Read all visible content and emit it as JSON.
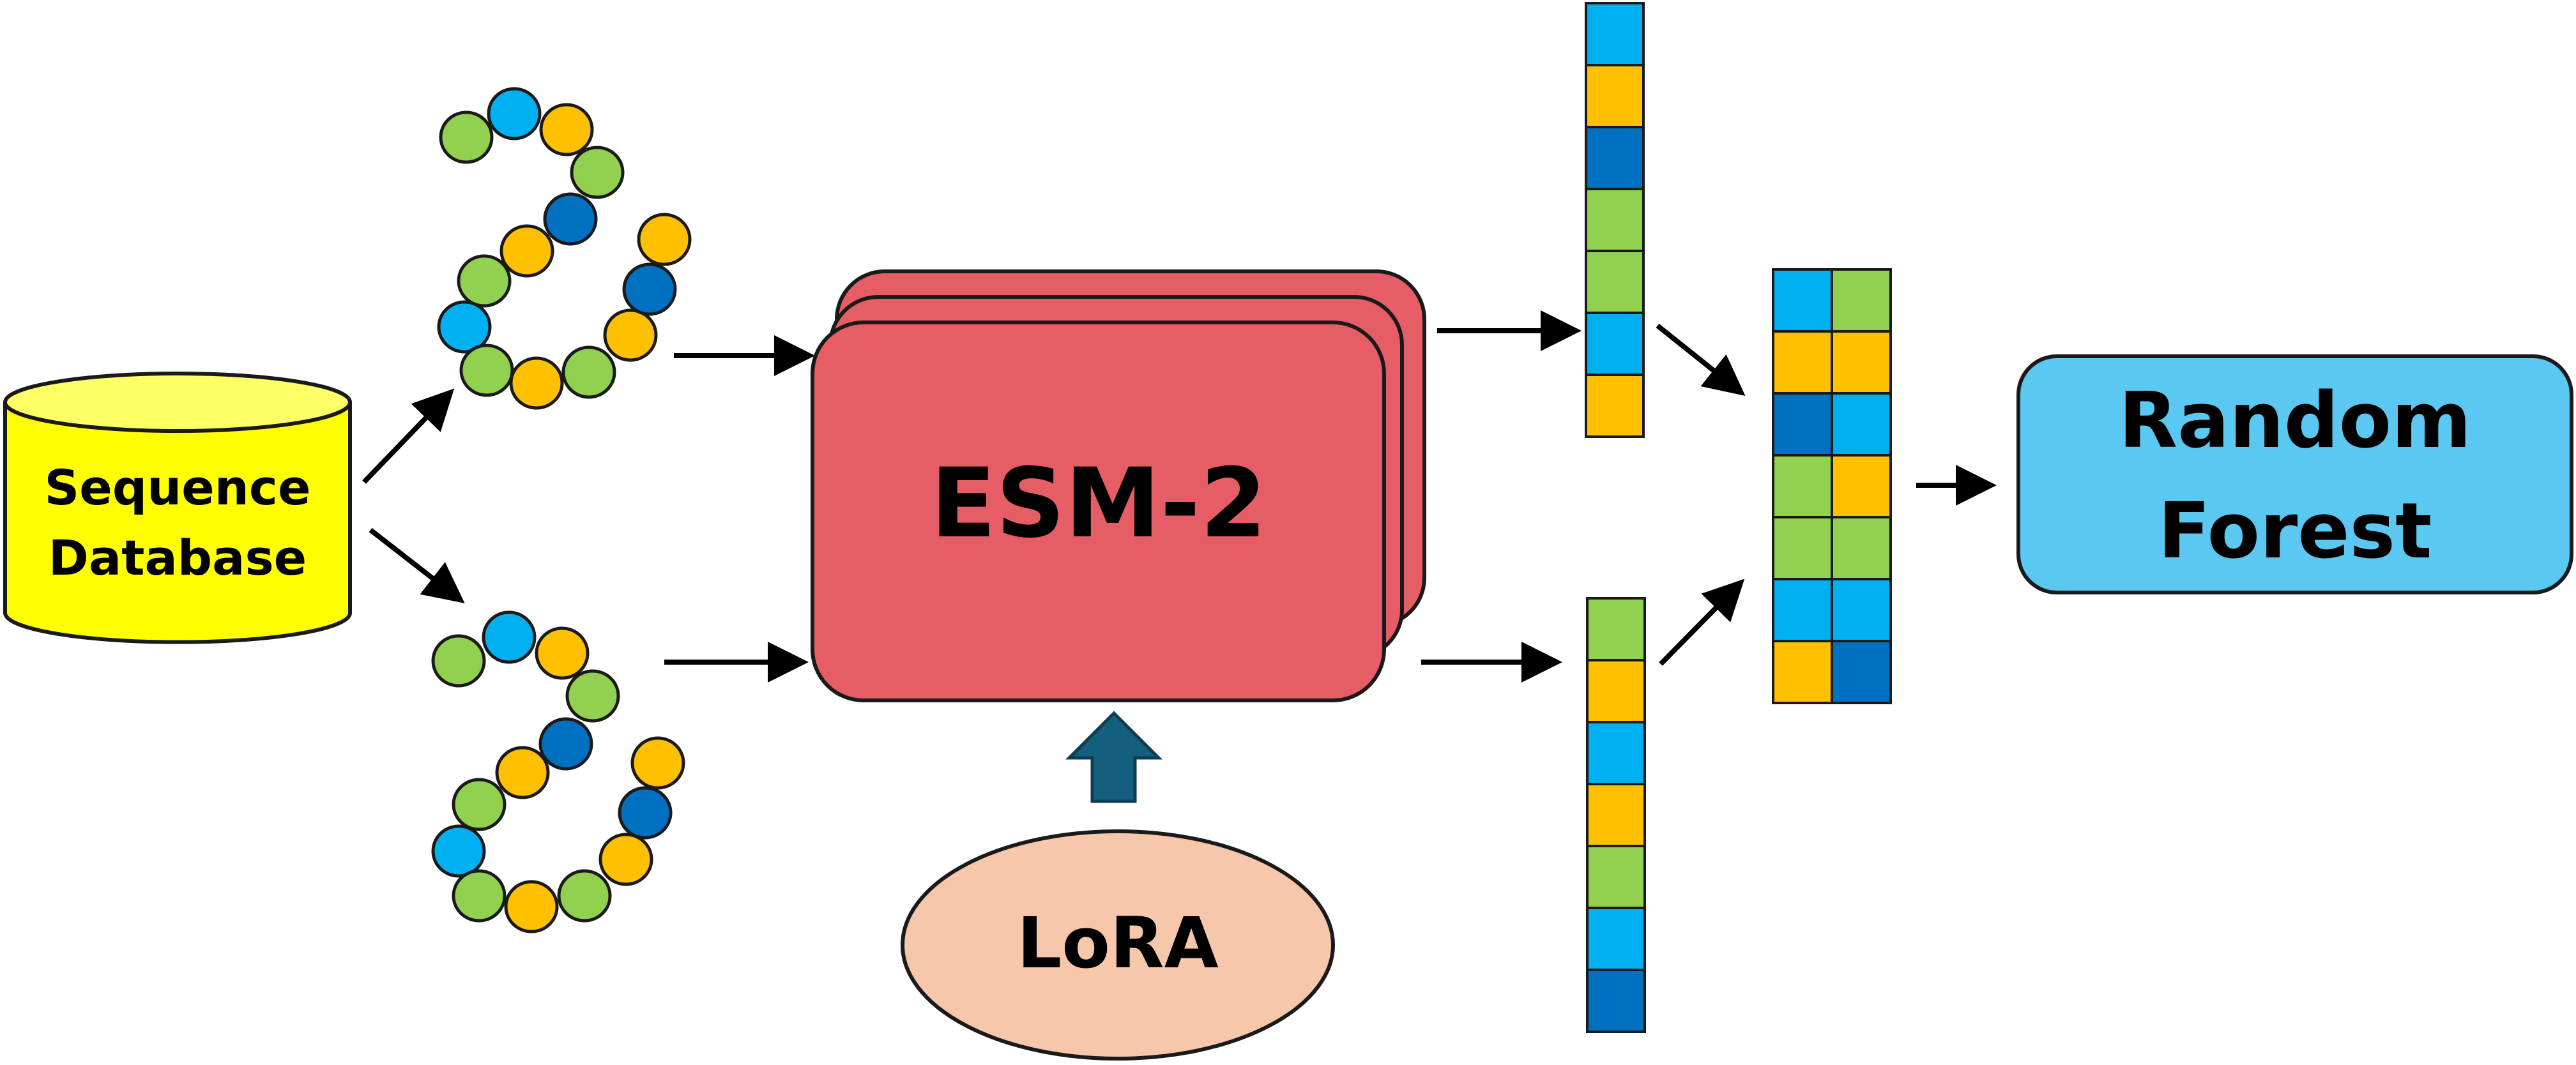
{
  "colors": {
    "light_blue": "#00B0F0",
    "yellow_orange": "#FFC000",
    "dark_blue": "#0070C0",
    "green": "#92D050",
    "database_fill": "#FFFF00",
    "database_top": "#FFFF66",
    "esm_fill": "#E75D65",
    "lora_fill": "#F7C7AC",
    "arrow_fill": "#145F7E",
    "rf_fill": "#5BC8F1"
  },
  "database": {
    "line1": "Sequence",
    "line2": "Database"
  },
  "model": {
    "label": "ESM-2"
  },
  "adapter": {
    "label": "LoRA"
  },
  "classifier": {
    "line1": "Random",
    "line2": "Forest"
  },
  "top_sequence_beads": [
    "green",
    "light_blue",
    "yellow_orange",
    "green",
    "dark_blue",
    "yellow_orange",
    "green",
    "light_blue",
    "green",
    "yellow_orange",
    "green",
    "yellow_orange",
    "dark_blue",
    "yellow_orange"
  ],
  "bottom_sequence_beads": [
    "green",
    "light_blue",
    "yellow_orange",
    "green",
    "dark_blue",
    "yellow_orange",
    "green",
    "light_blue",
    "green",
    "yellow_orange",
    "green",
    "yellow_orange",
    "dark_blue",
    "yellow_orange"
  ],
  "top_embedding": [
    "light_blue",
    "yellow_orange",
    "dark_blue",
    "green",
    "green",
    "light_blue",
    "yellow_orange"
  ],
  "bottom_embedding": [
    "green",
    "yellow_orange",
    "light_blue",
    "yellow_orange",
    "green",
    "light_blue",
    "dark_blue"
  ],
  "combined_embedding": [
    [
      "light_blue",
      "green"
    ],
    [
      "yellow_orange",
      "yellow_orange"
    ],
    [
      "dark_blue",
      "light_blue"
    ],
    [
      "green",
      "yellow_orange"
    ],
    [
      "green",
      "green"
    ],
    [
      "light_blue",
      "light_blue"
    ],
    [
      "yellow_orange",
      "dark_blue"
    ]
  ]
}
